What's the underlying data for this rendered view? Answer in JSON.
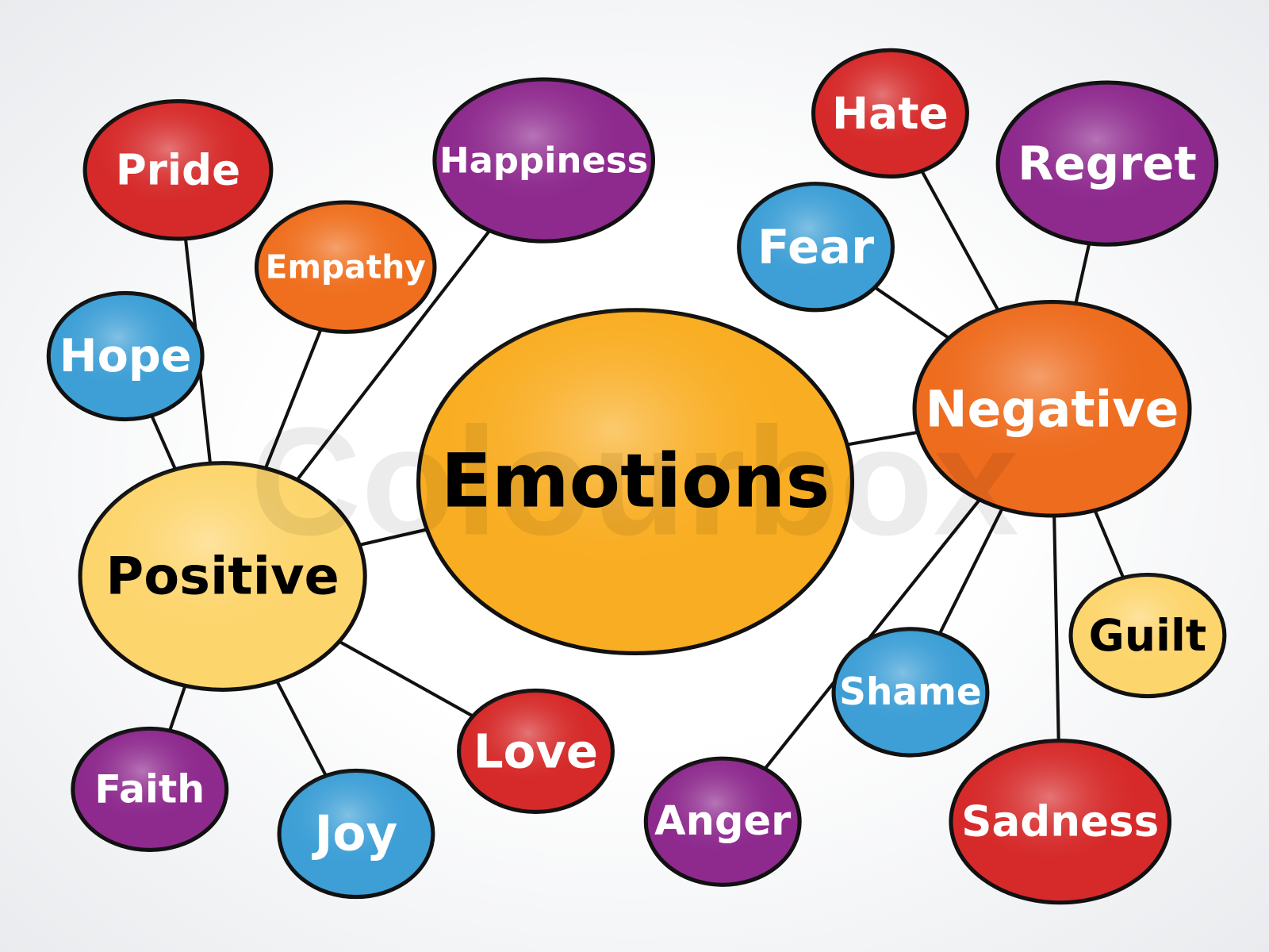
{
  "watermark": "Colourbox",
  "center": {
    "label": "Emotions",
    "fill": "#f9ad22",
    "text_color": "#000000"
  },
  "branches": [
    {
      "label": "Positive",
      "fill": "#fdd56d",
      "text_color": "#000000",
      "children": [
        {
          "label": "Pride",
          "fill": "#d62a2a",
          "text_color": "#ffffff"
        },
        {
          "label": "Happiness",
          "fill": "#8e2a8e",
          "text_color": "#ffffff"
        },
        {
          "label": "Empathy",
          "fill": "#ef6f1e",
          "text_color": "#ffffff"
        },
        {
          "label": "Hope",
          "fill": "#3d9fd6",
          "text_color": "#ffffff"
        },
        {
          "label": "Faith",
          "fill": "#8e2a8e",
          "text_color": "#ffffff"
        },
        {
          "label": "Joy",
          "fill": "#3d9fd6",
          "text_color": "#ffffff"
        },
        {
          "label": "Love",
          "fill": "#d62a2a",
          "text_color": "#ffffff"
        }
      ]
    },
    {
      "label": "Negative",
      "fill": "#ee6c1e",
      "text_color": "#ffffff",
      "children": [
        {
          "label": "Hate",
          "fill": "#d62a2a",
          "text_color": "#ffffff"
        },
        {
          "label": "Regret",
          "fill": "#8e2a8e",
          "text_color": "#ffffff"
        },
        {
          "label": "Fear",
          "fill": "#3d9fd6",
          "text_color": "#ffffff"
        },
        {
          "label": "Guilt",
          "fill": "#fdd56d",
          "text_color": "#000000"
        },
        {
          "label": "Shame",
          "fill": "#3d9fd6",
          "text_color": "#ffffff"
        },
        {
          "label": "Anger",
          "fill": "#8e2a8e",
          "text_color": "#ffffff"
        },
        {
          "label": "Sadness",
          "fill": "#d62a2a",
          "text_color": "#ffffff"
        }
      ]
    }
  ]
}
